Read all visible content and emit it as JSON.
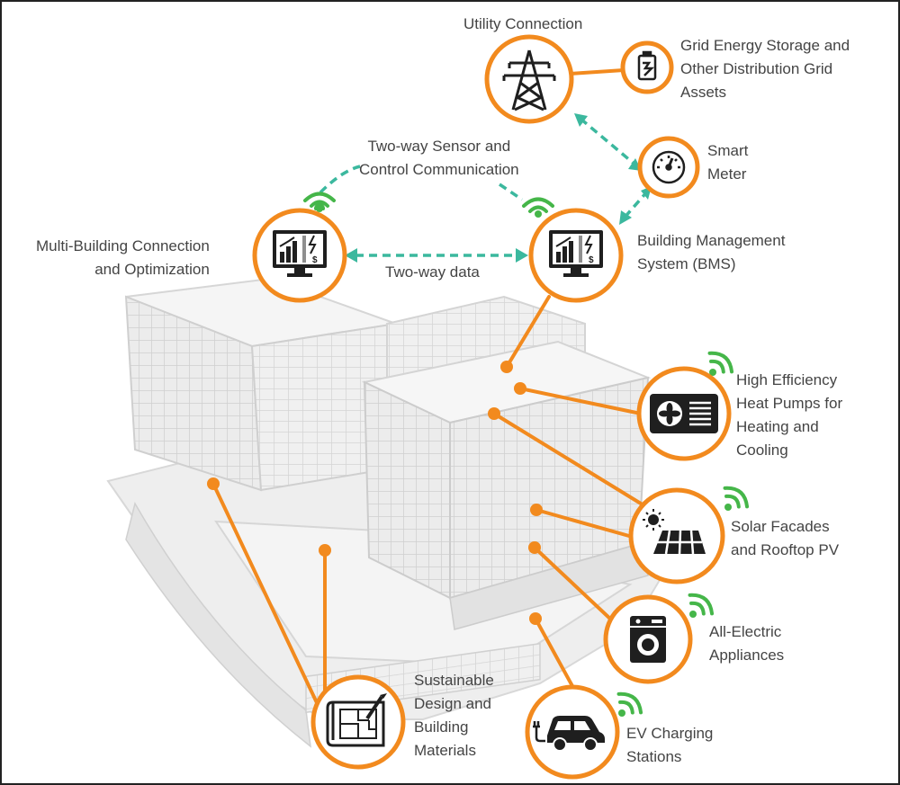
{
  "colors": {
    "accent": "#f28a1e",
    "link_dashed": "#3bb89e",
    "wifi": "#45b649",
    "icon_dark": "#1f1f1f",
    "text": "#444444"
  },
  "labels": {
    "utility_connection": "Utility Connection",
    "grid_storage": "Grid Energy Storage and\nOther Distribution Grid\nAssets",
    "smart_meter": "Smart\nMeter",
    "two_way_sensor": "Two-way Sensor and\nControl Communication",
    "multi_building": "Multi-Building Connection\nand Optimization",
    "bms": "Building Management\nSystem (BMS)",
    "two_way_data": "Two-way data",
    "heat_pumps": "High Efficiency\nHeat Pumps for\nHeating and\nCooling",
    "solar": "Solar Facades\nand Rooftop PV",
    "appliances": "All-Electric\nAppliances",
    "ev_charging": "EV Charging\nStations",
    "sustainable_design": "Sustainable\nDesign and\nBuilding\nMaterials"
  },
  "icons": {
    "utility": "transmission-tower-icon",
    "grid_storage": "battery-icon",
    "smart_meter": "meter-gauge-icon",
    "multi_building": "monitor-dashboard-icon",
    "bms": "monitor-dashboard-icon",
    "heat_pumps": "heat-pump-fan-icon",
    "solar": "solar-panel-icon",
    "appliances": "washing-machine-icon",
    "ev_charging": "electric-car-icon",
    "sustainable_design": "blueprint-icon",
    "wireless": "wifi-signal-icon"
  }
}
